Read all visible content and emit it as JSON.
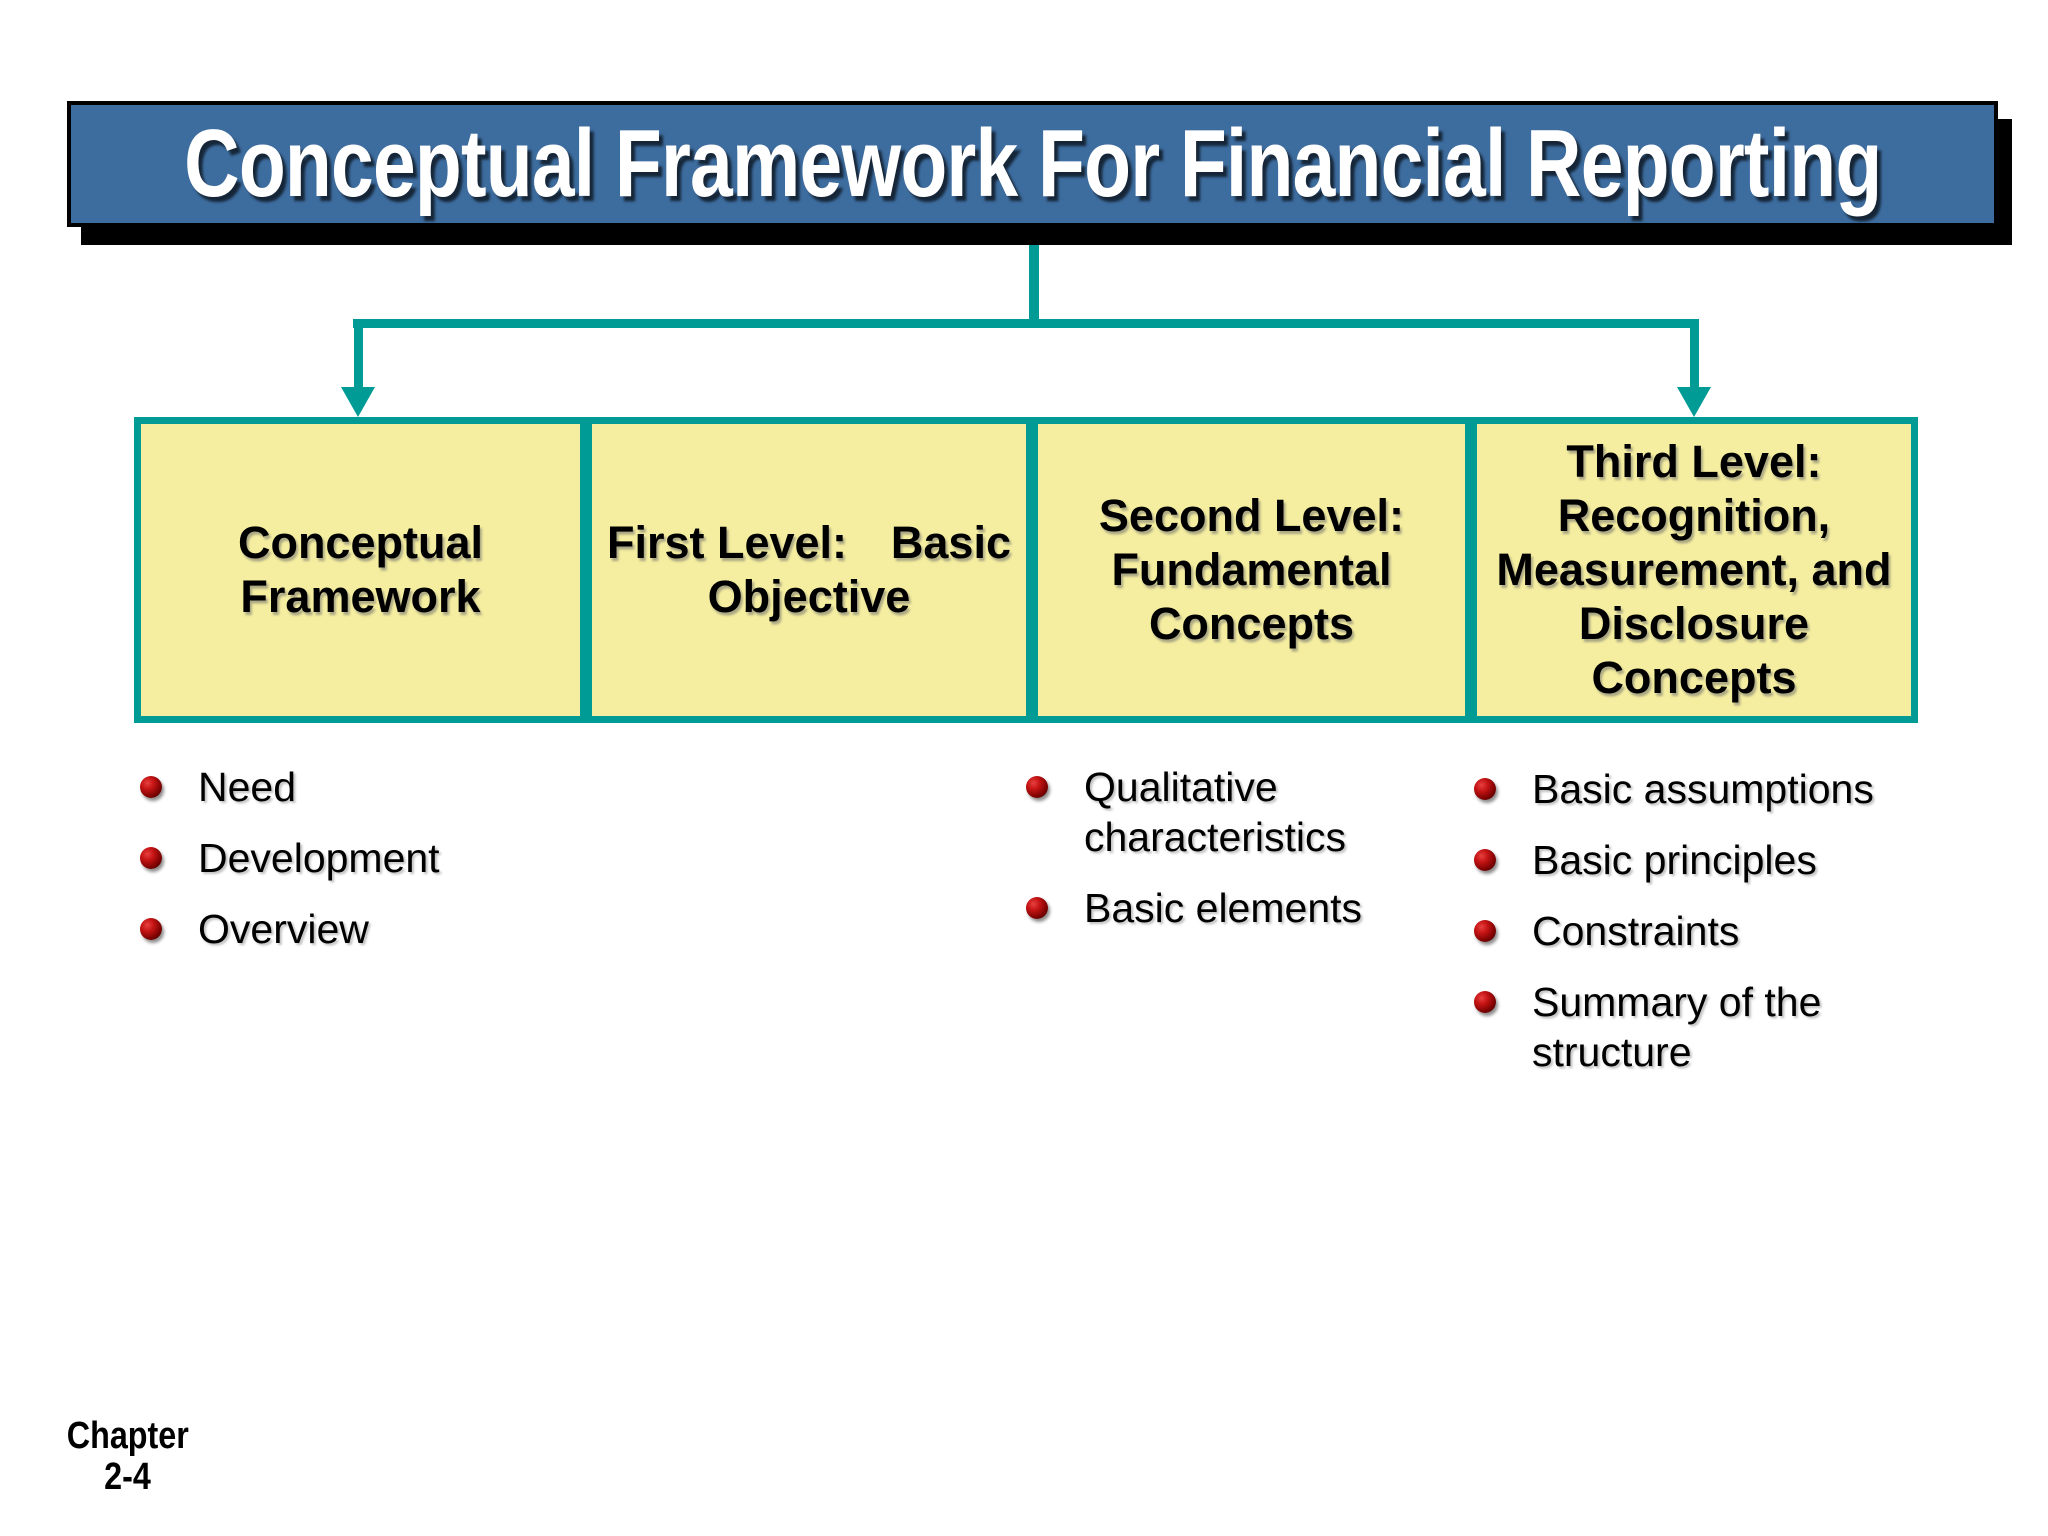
{
  "title": {
    "text": "Conceptual Framework For Financial Reporting"
  },
  "boxes": [
    {
      "lines": [
        "Conceptual",
        "Framework"
      ]
    },
    {
      "line1_left": "First Level:",
      "line1_right": "Basic",
      "line2": "Objective"
    },
    {
      "lines": [
        "Second Level:",
        "Fundamental",
        "Concepts"
      ]
    },
    {
      "lines": [
        "Third Level:",
        "Recognition,",
        "Measurement, and",
        "Disclosure",
        "Concepts"
      ]
    }
  ],
  "lists": {
    "column1": [
      "Need",
      "Development",
      "Overview"
    ],
    "column3": [
      "Qualitative characteristics",
      "Basic elements"
    ],
    "column4": [
      "Basic assumptions",
      "Basic principles",
      "Constraints",
      "Summary of the structure"
    ]
  },
  "footer": {
    "line1": "Chapter",
    "line2": "2-4"
  },
  "colors": {
    "accent_teal": "#009B94",
    "banner_blue": "#3D6C9E",
    "box_fill_yellow": "#F5EEA0",
    "bullet_red": "#AA0000",
    "border_black": "#000000",
    "title_text": "#FFFFFF",
    "body_text": "#000000"
  }
}
